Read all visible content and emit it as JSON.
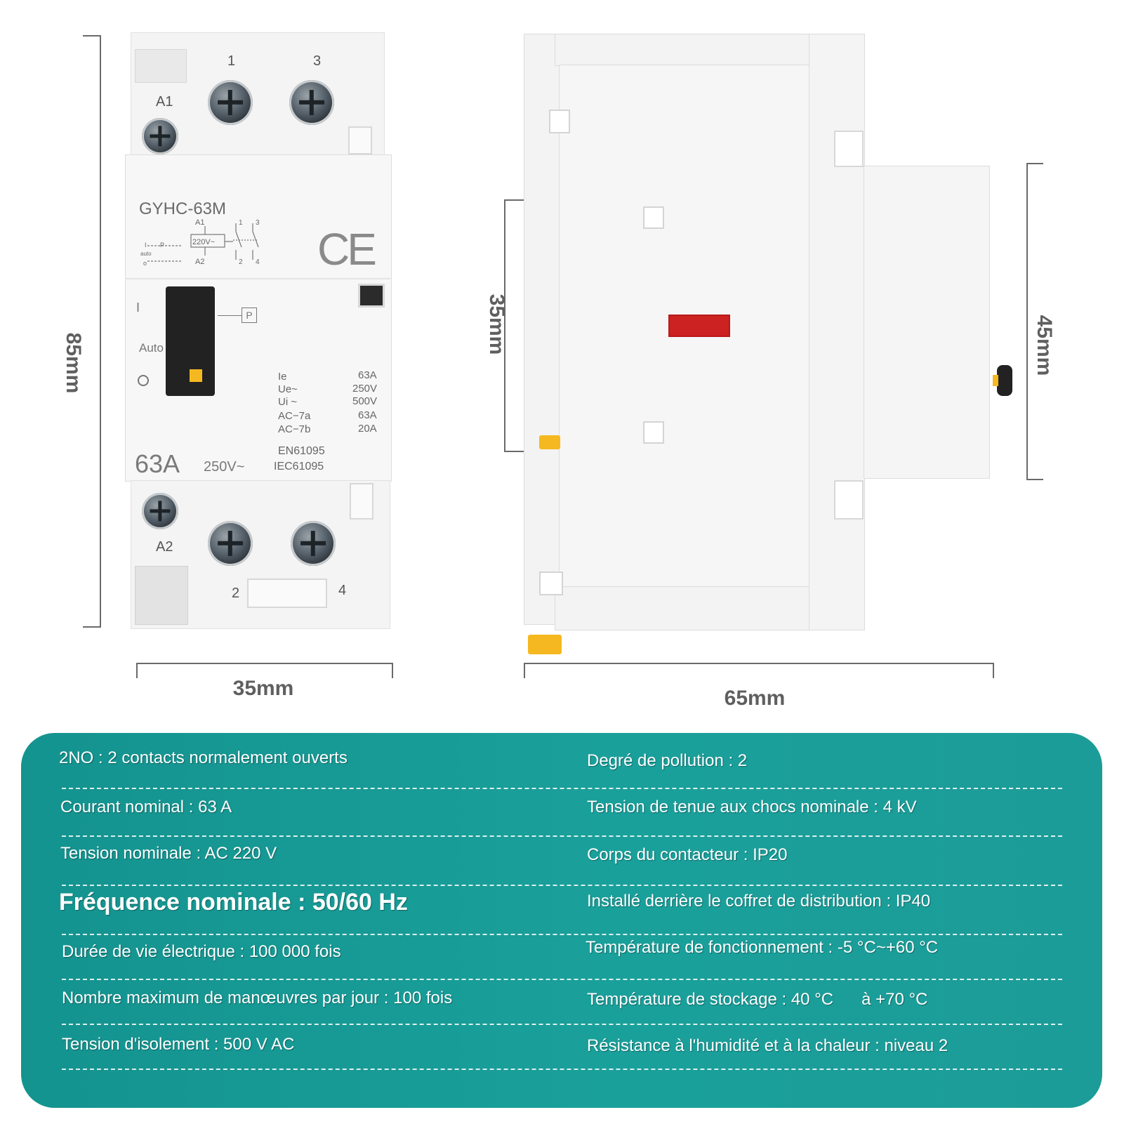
{
  "front_view": {
    "terminals_top": [
      "1",
      "3"
    ],
    "terminal_a1": "A1",
    "terminal_a2": "A2",
    "terminals_bottom": [
      "2",
      "4"
    ],
    "model": "GYHC-63M",
    "ce_mark": "CE",
    "diagram": {
      "coil_voltage": "220V~",
      "a1": "A1",
      "a2": "A2",
      "contact_top": [
        "1",
        "3"
      ],
      "contact_bottom": [
        "2",
        "4"
      ],
      "switch_i": "I",
      "switch_auto": "auto",
      "switch_o": "o",
      "p": "P"
    },
    "switch_labels": {
      "i": "I",
      "auto": "Auto",
      "o": "O",
      "p": "P"
    },
    "ratings": [
      {
        "label": "Ie",
        "value": "63A"
      },
      {
        "label": "Ue~",
        "value": "250V"
      },
      {
        "label": "Ui ~",
        "value": "500V"
      },
      {
        "label": "AC−7a",
        "value": "63A"
      },
      {
        "label": "AC−7b",
        "value": "20A"
      }
    ],
    "standards": [
      "EN61095",
      "IEC61095"
    ],
    "current": "63A",
    "voltage": "250V~"
  },
  "dimensions": {
    "height": "85mm",
    "width_front": "35mm",
    "width_side": "65mm",
    "side_inner": "35mm",
    "side_height": "45mm"
  },
  "specs": {
    "left": [
      "2NO : 2 contacts normalement ouverts",
      "Courant nominal : 63 A",
      "Tension nominale : AC 220 V",
      "Fréquence nominale : 50/60 Hz",
      "Durée de vie électrique : 100 000 fois",
      "Nombre maximum de manœuvres par jour : 100 fois",
      "Tension d'isolement : 500 V AC"
    ],
    "right": [
      "Degré de pollution : 2",
      "Tension de tenue aux chocs nominale : 4 kV",
      "Corps du contacteur : IP20",
      "Installé derrière le coffret de distribution : IP40",
      "Température de fonctionnement : -5 °C~+60 °C",
      "Température de stockage : 40 °C      à +70 °C",
      "Résistance à l'humidité et à la chaleur : niveau 2"
    ]
  },
  "colors": {
    "panel": "#1a9c98",
    "indicator": "#cc2222",
    "toggle": "#222222",
    "clip": "#f5b820"
  }
}
